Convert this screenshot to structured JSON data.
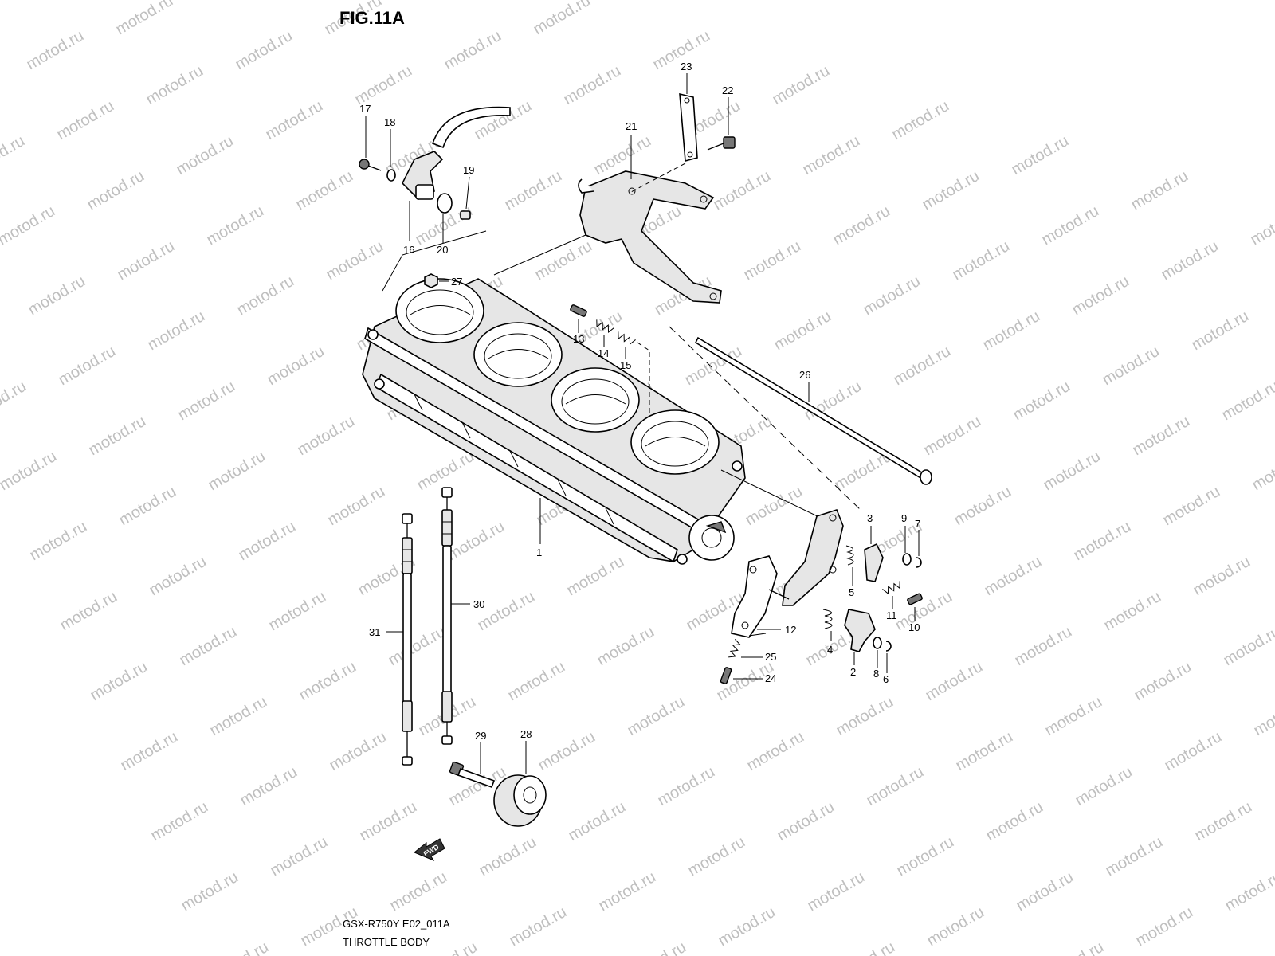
{
  "figure": {
    "title": "FIG.11A",
    "model_code": "GSX-R750Y E02_011A",
    "caption": "THROTTLE BODY",
    "fwd_label": "FWD"
  },
  "watermark": {
    "text": "motod.ru"
  },
  "callouts": [
    {
      "n": "1"
    },
    {
      "n": "2"
    },
    {
      "n": "3"
    },
    {
      "n": "4"
    },
    {
      "n": "5"
    },
    {
      "n": "6"
    },
    {
      "n": "7"
    },
    {
      "n": "8"
    },
    {
      "n": "9"
    },
    {
      "n": "10"
    },
    {
      "n": "11"
    },
    {
      "n": "12"
    },
    {
      "n": "13"
    },
    {
      "n": "14"
    },
    {
      "n": "15"
    },
    {
      "n": "16"
    },
    {
      "n": "17"
    },
    {
      "n": "18"
    },
    {
      "n": "19"
    },
    {
      "n": "20"
    },
    {
      "n": "21"
    },
    {
      "n": "22"
    },
    {
      "n": "23"
    },
    {
      "n": "24"
    },
    {
      "n": "25"
    },
    {
      "n": "26"
    },
    {
      "n": "27"
    },
    {
      "n": "28"
    },
    {
      "n": "29"
    },
    {
      "n": "30"
    },
    {
      "n": "31"
    }
  ]
}
